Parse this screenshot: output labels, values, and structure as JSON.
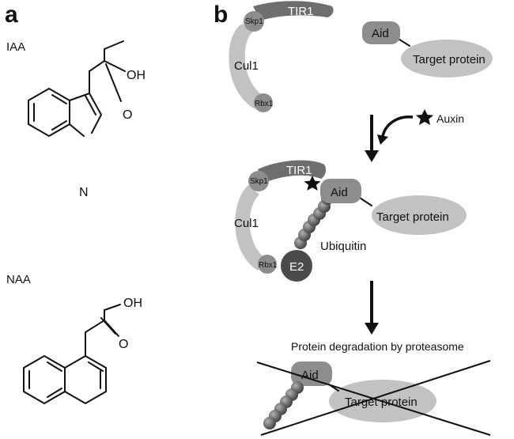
{
  "panel_a": {
    "letter": "a",
    "molecules": [
      {
        "name": "IAA",
        "atoms": {
          "oh": "OH",
          "o": "O",
          "n": "N"
        }
      },
      {
        "name": "NAA",
        "atoms": {
          "oh": "OH",
          "o": "O"
        }
      }
    ]
  },
  "panel_b": {
    "letter": "b",
    "proteins": {
      "tir1": "TIR1",
      "skp1": "Skp1",
      "cul1": "Cul1",
      "rbx1": "Rbx1",
      "aid": "Aid",
      "target": "Target protein",
      "e2": "E2",
      "ubiquitin": "Ubiquitin"
    },
    "auxin_label": "Auxin",
    "degradation_caption": "Protein degradation by proteasome"
  },
  "colors": {
    "dark_gray": "#6d6e70",
    "medium_gray": "#8c8d8f",
    "light_gray": "#c1c2c4",
    "very_dark": "#4a4b4d",
    "ink": "#111111"
  }
}
